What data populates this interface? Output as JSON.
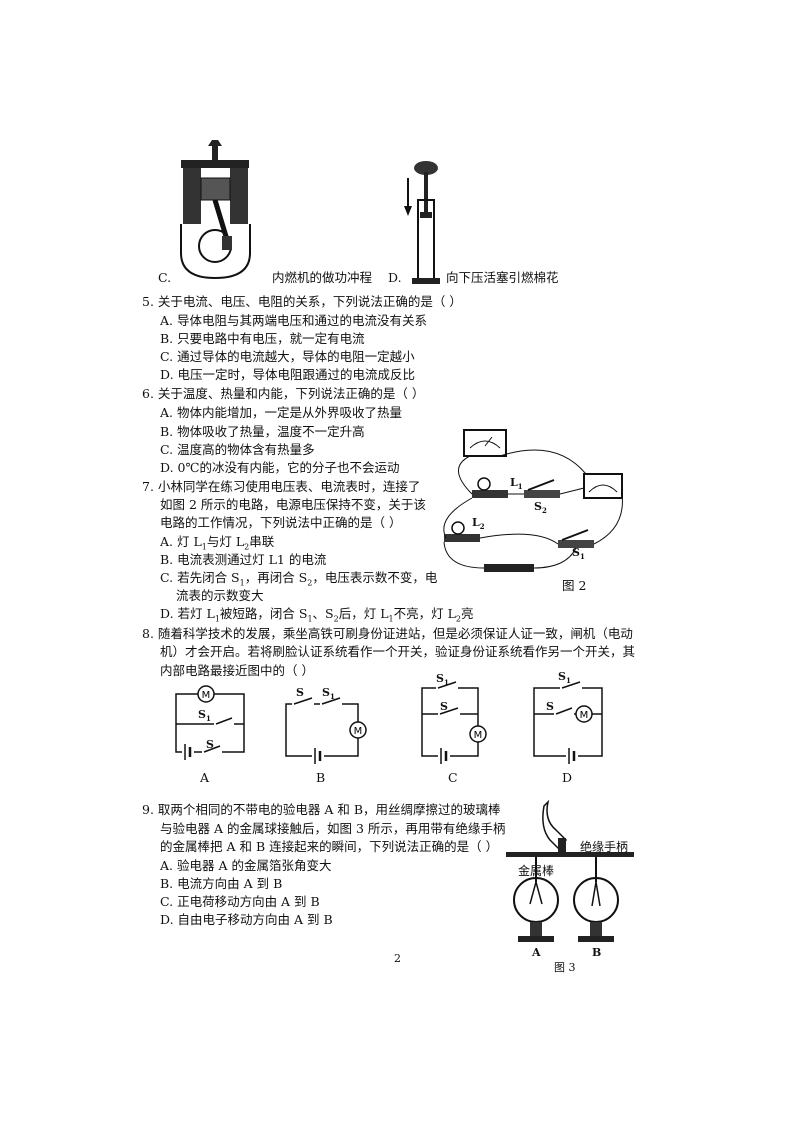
{
  "q4": {
    "c_letter": "C.",
    "c_text": "内燃机的做功冲程",
    "d_letter": "D.",
    "d_text": "向下压活塞引燃棉花"
  },
  "q5": {
    "stem": "5.  关于电流、电压、电阻的关系，下列说法正确的是（      ）",
    "a": "A.  导体电阻与其两端电压和通过的电流没有关系",
    "b": "B.  只要电路中有电压，就一定有电流",
    "c": "C.  通过导体的电流越大，导体的电阻一定越小",
    "d": "D.  电压一定时，导体电阻跟通过的电流成反比"
  },
  "q6": {
    "stem": "6.  关于温度、热量和内能，下列说法正确的是（      ）",
    "a": "A.  物体内能增加，一定是从外界吸收了热量",
    "b": "B.  物体吸收了热量，温度不一定升高",
    "c": "C.  温度高的物体含有热量多",
    "d": "D.  0℃的冰没有内能，它的分子也不会运动"
  },
  "q7": {
    "line1": "7.  小林同学在练习使用电压表、电流表时，连接了",
    "line2": "如图 2 所示的电路，电源电压保持不变，关于该",
    "line3": "电路的工作情况，下列说法中正确的是（      ）",
    "a_pre": "A.  灯 L",
    "a_mid": "与灯 L",
    "a_post": "串联",
    "b": "B.  电流表测通过灯 L1 的电流",
    "c1_pre": "C.  若先闭合 S",
    "c1_mid": "，再闭合 S",
    "c1_post": "，电压表示数不变，电",
    "c2": "流表的示数变大",
    "d_pre": "D.  若灯 L",
    "d_m1": "被短路，闭合 S",
    "d_m2": "、S",
    "d_m3": "后，灯 L",
    "d_m4": "不亮，灯 L",
    "d_post": "亮",
    "fig_caption": "图 2",
    "fig_labels": {
      "L1": "L",
      "L2": "L",
      "S1": "S",
      "S2": "S"
    }
  },
  "q8": {
    "line1": "8.  随着科学技术的发展，乘坐高铁可刷身份证进站，但是必须保证人证一致，闸机（电动",
    "line2": "机）才会开启。若将刷脸认证系统看作一个开关，验证身份证系统看作另一个开关，其",
    "line3": "内部电路最接近图中的（      ）",
    "options": [
      "A",
      "B",
      "C",
      "D"
    ],
    "motor": "M",
    "s": "S",
    "s1": "S"
  },
  "q9": {
    "line1": "9.  取两个相同的不带电的验电器 A 和 B，用丝绸摩擦过的玻璃棒",
    "line2": "与验电器 A 的金属球接触后，如图 3 所示，再用带有绝缘手柄",
    "line3": "的金属棒把 A 和 B 连接起来的瞬间，下列说法正确的是（      ）",
    "a": "A.  验电器 A 的金属箔张角变大",
    "b": "B.  电流方向由 A 到 B",
    "c": "C.  正电荷移动方向由 A 到 B",
    "d": "D.  自由电子移动方向由 A 到 B",
    "handle": "绝缘手柄",
    "rod": "金属棒",
    "label_a": "A",
    "label_b": "B",
    "fig_caption": "图 3"
  },
  "page_number": "2"
}
